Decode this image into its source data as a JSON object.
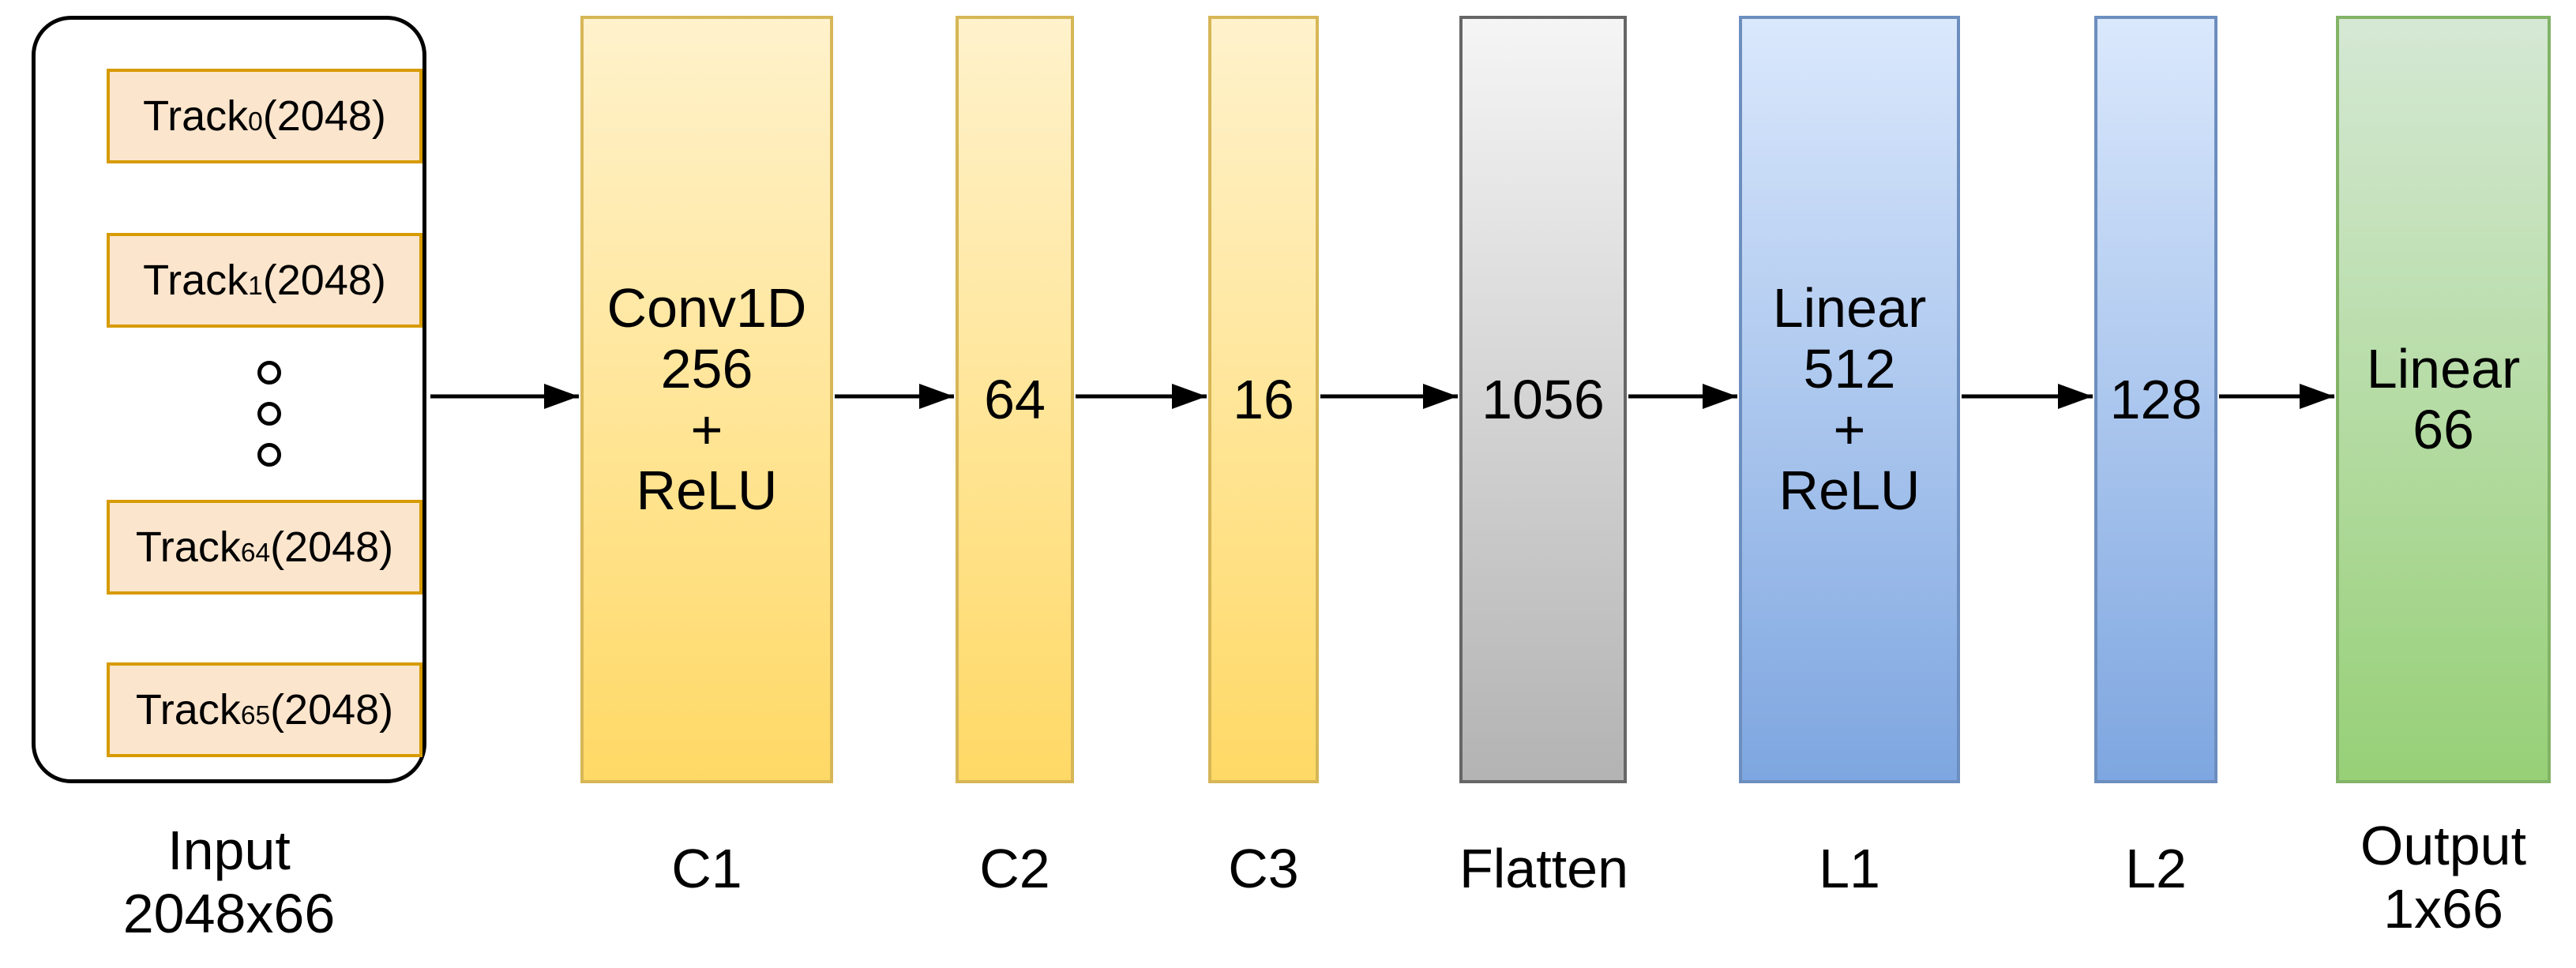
{
  "input": {
    "tracks": [
      {
        "prefix": "Track",
        "sub": "0",
        "suffix": "(2048)"
      },
      {
        "prefix": "Track",
        "sub": "1",
        "suffix": "(2048)"
      },
      {
        "prefix": "Track",
        "sub": "64",
        "suffix": "(2048)"
      },
      {
        "prefix": "Track",
        "sub": "65",
        "suffix": "(2048)"
      }
    ],
    "ellipsis_dots": 3,
    "label_line1": "Input",
    "label_line2": "2048x66"
  },
  "layers": {
    "c1": {
      "lines": [
        "Conv1D",
        "256",
        "+",
        "ReLU"
      ],
      "label": "C1"
    },
    "c2": {
      "lines": [
        "64"
      ],
      "label": "C2"
    },
    "c3": {
      "lines": [
        "16"
      ],
      "label": "C3"
    },
    "flatten": {
      "lines": [
        "1056"
      ],
      "label": "Flatten"
    },
    "l1": {
      "lines": [
        "Linear",
        "512",
        "+",
        "ReLU"
      ],
      "label": "L1"
    },
    "l2": {
      "lines": [
        "128"
      ],
      "label": "L2"
    },
    "output": {
      "lines": [
        "Linear",
        "66"
      ],
      "label_line1": "Output",
      "label_line2": "1x66"
    }
  },
  "colors": {
    "background": "#FFFFFF",
    "conv_fill_top": "#FFF2CC",
    "conv_fill_bottom": "#FFD966",
    "conv_stroke": "#D6B656",
    "flatten_fill_top": "#F5F5F5",
    "flatten_fill_bottom": "#B3B3B3",
    "flatten_stroke": "#666666",
    "linear_fill_top": "#DAE8FC",
    "linear_fill_bottom": "#7EA6E0",
    "linear_stroke": "#6C8EBF",
    "output_fill_top": "#D5E8D4",
    "output_fill_bottom": "#97D077",
    "output_stroke": "#82B366",
    "track_fill": "#FCE5CD",
    "track_stroke": "#D79B00",
    "input_box_stroke": "#000000",
    "arrow": "#000000",
    "text": "#000000"
  }
}
